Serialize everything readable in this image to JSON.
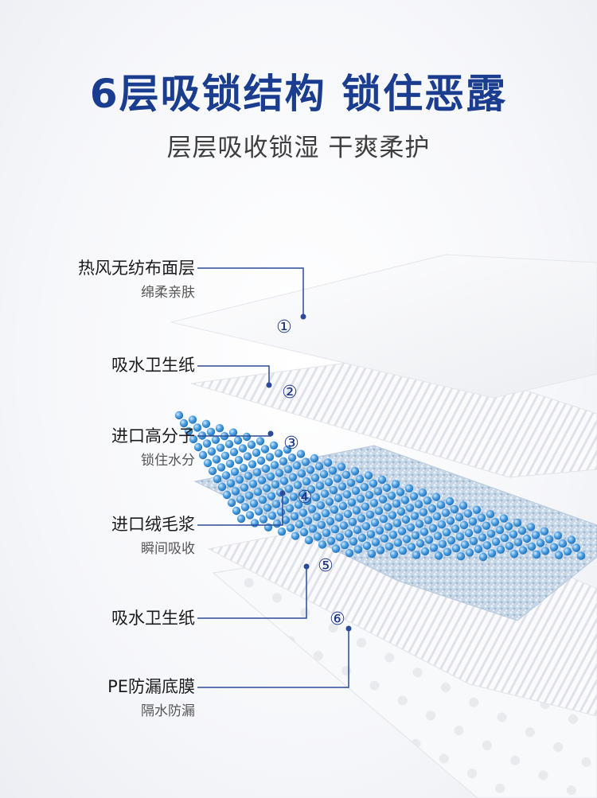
{
  "header": {
    "title": "6层吸锁结构 锁住恶露",
    "subtitle": "层层吸收锁湿 干爽柔护"
  },
  "layers": [
    {
      "name": "热风无纺布面层",
      "desc": "绵柔亲肤",
      "num": "①"
    },
    {
      "name": "吸水卫生纸",
      "desc": "",
      "num": "②"
    },
    {
      "name": "进口高分子",
      "desc": "锁住水分",
      "num": "③"
    },
    {
      "name": "进口绒毛浆",
      "desc": "瞬间吸收",
      "num": "④"
    },
    {
      "name": "吸水卫生纸",
      "desc": "",
      "num": "⑤"
    },
    {
      "name": "PE防漏底膜",
      "desc": "隔水防漏",
      "num": "⑥"
    }
  ],
  "colors": {
    "accent": "#1a3d8f",
    "leader_line": "#2c4a9a",
    "bead": "#4a9ee0",
    "fluff": "#a8c4dc"
  }
}
